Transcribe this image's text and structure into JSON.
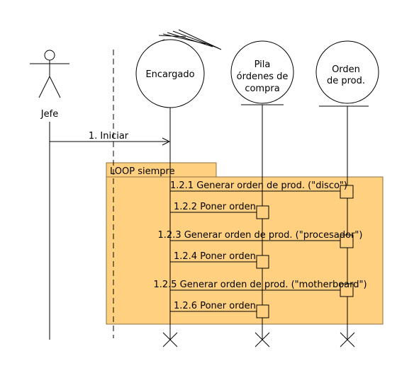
{
  "actor": {
    "name": "Jefe"
  },
  "participants": {
    "encargado": "Encargado",
    "pila": [
      "Pila",
      "órdenes de",
      "compra"
    ],
    "orden": [
      "Orden",
      "de prod."
    ]
  },
  "loop": {
    "label": "LOOP siempre"
  },
  "messages": [
    {
      "label": "1. Iniciar"
    },
    {
      "label": "1.2.1 Generar orden de prod. (\"disco\")"
    },
    {
      "label": "1.2.2 Poner orden"
    },
    {
      "label": "1.2.3 Generar orden de prod. (\"procesador\")"
    },
    {
      "label": "1.2.4 Poner orden"
    },
    {
      "label": "1.2.5 Generar orden de prod. (\"motherboard\")"
    },
    {
      "label": "1.2.6 Poner orden"
    }
  ],
  "colors": {
    "loop_fill": "#FFD080",
    "loop_border": "#8C7040",
    "line": "#000000"
  }
}
